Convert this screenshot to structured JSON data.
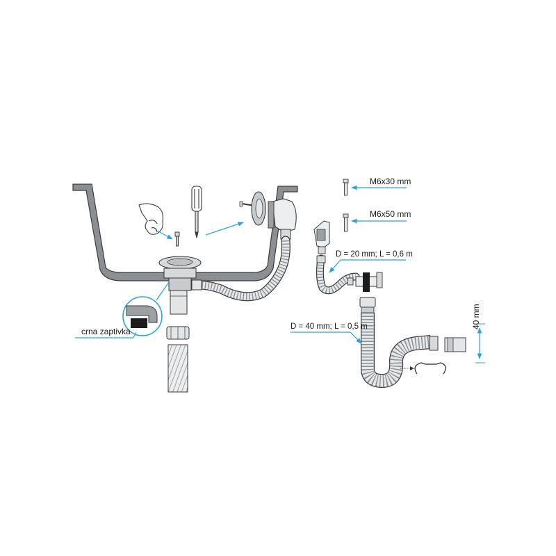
{
  "labels": {
    "gasket": "crna zaptivka",
    "screw_short": "M6x30 mm",
    "screw_long": "M6x50 mm",
    "overflow_hose": "D = 20 mm; L = 0,6 m",
    "drain_hose": "D = 40 mm; L = 0,5 m",
    "height": "40 mm"
  },
  "colors": {
    "sink_body": "#8c8f92",
    "outline": "#3a3a3a",
    "leader_line": "#2aa3dc",
    "pipe_fill": "#e6e8ea",
    "text": "#1a1a1a"
  },
  "icons": [
    "hand-icon",
    "screwdriver-icon",
    "screw-icon",
    "strainer-icon",
    "overflow-icon",
    "gasket-detail-icon",
    "nut-icon",
    "hose-icon",
    "siphon-icon",
    "clip-icon",
    "connector-icon",
    "arrow-icon"
  ]
}
